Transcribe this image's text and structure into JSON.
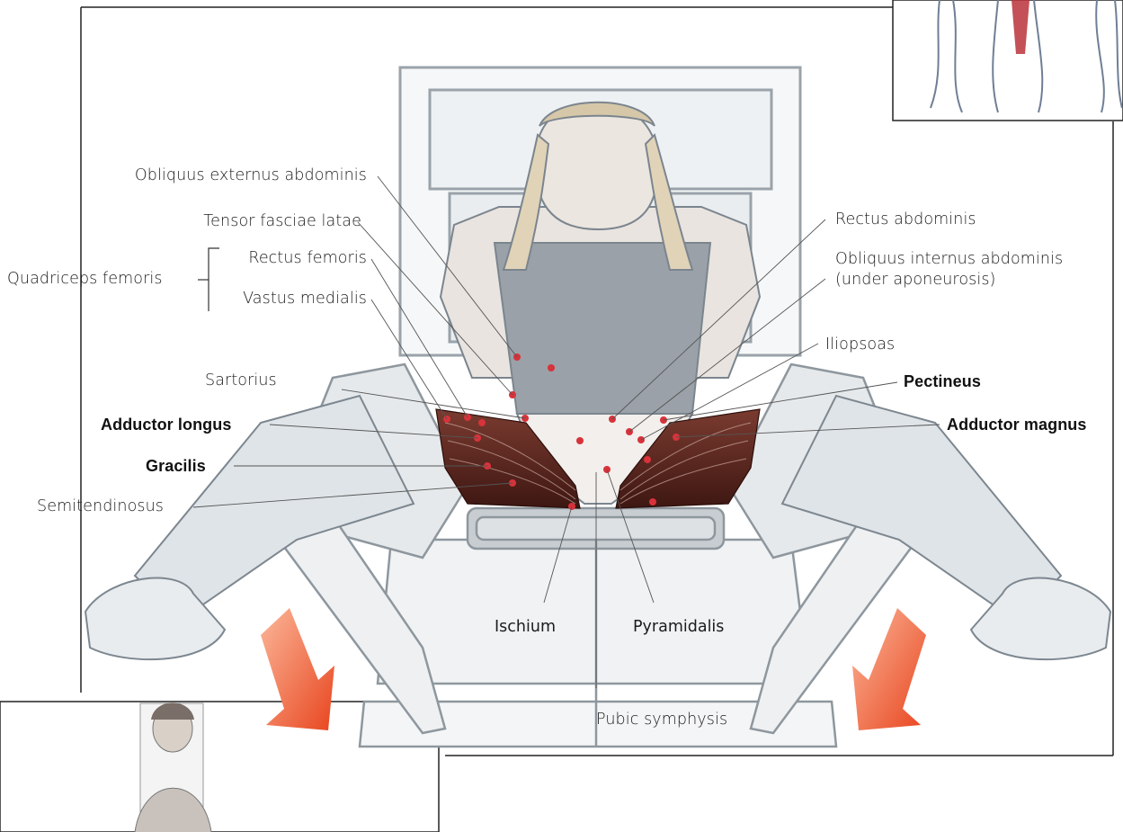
{
  "labels_left": {
    "obliquus_externus": "Obliquus externus abdominis",
    "tensor_fasciae_latae": "Tensor fasciae latae",
    "quadriceps_femoris": "Quadriceps femoris",
    "rectus_femoris": "Rectus femoris",
    "vastus_medialis": "Vastus medialis",
    "sartorius": "Sartorius",
    "adductor_longus": "Adductor longus",
    "gracilis": "Gracilis",
    "semitendinosus": "Semitendinosus"
  },
  "labels_right": {
    "rectus_abdominis": "Rectus abdominis",
    "obliquus_internus_line1": "Obliquus internus abdominis",
    "obliquus_internus_line2": "(under aponeurosis)",
    "iliopsoas": "Iliopsoas",
    "pectineus": "Pectineus",
    "adductor_magnus": "Adductor magnus"
  },
  "labels_bottom": {
    "ischium": "Ischium",
    "pyramidalis": "Pyramidalis",
    "pubic_symphysis": "Pubic symphysis"
  },
  "colors": {
    "muscle": "#5a2a22",
    "muscle_marker": "#d8323a",
    "arrow": "#ef5a2e",
    "machine_line": "#9aa3aa",
    "leader_line": "#555555"
  }
}
